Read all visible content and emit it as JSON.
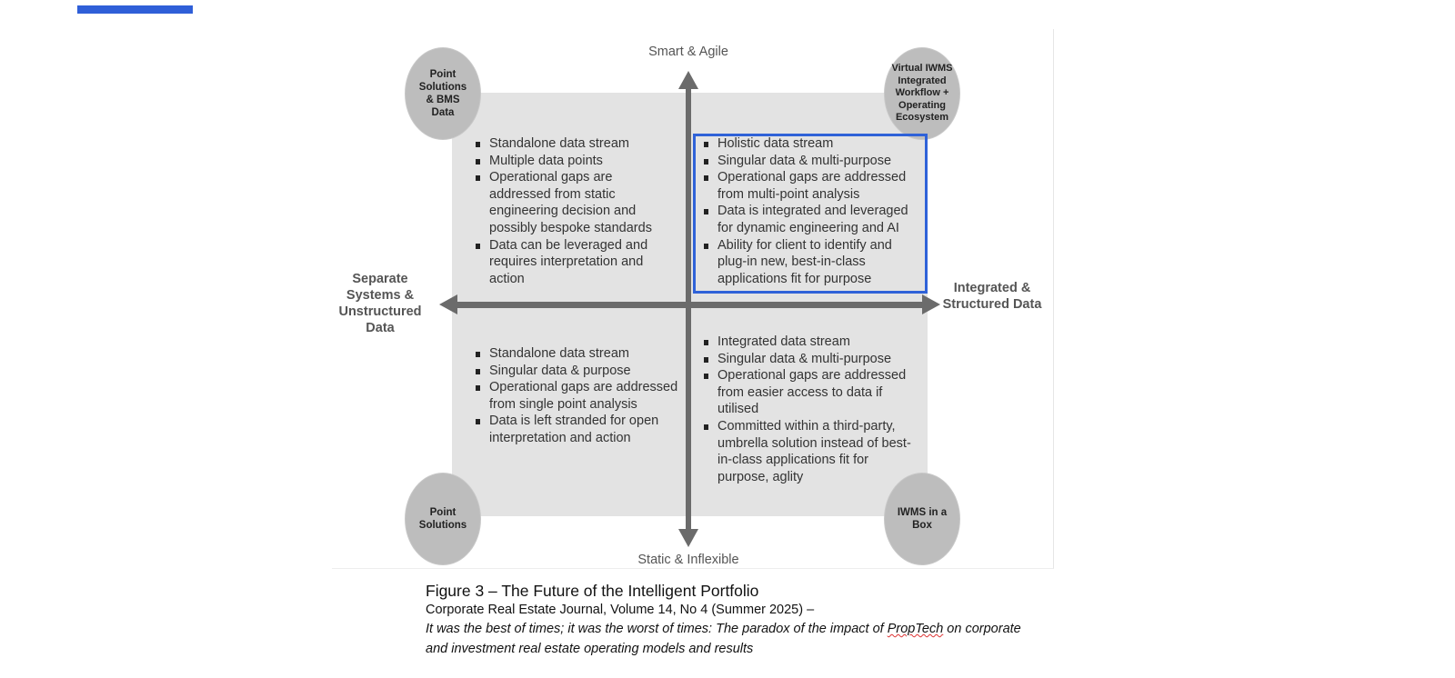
{
  "figure": {
    "axes": {
      "top": "Smart & Agile",
      "bottom": "Static & Inflexible",
      "left": "Separate Systems & Unstructured Data",
      "right": "Integrated & Structured Data"
    },
    "corners": {
      "top_left": "Point Solutions & BMS Data",
      "top_right": "Virtual IWMS Integrated Workflow + Operating Ecosystem",
      "bottom_left": "Point Solutions",
      "bottom_right": "IWMS in a Box"
    },
    "quadrants": {
      "top_left": [
        "Standalone data stream",
        "Multiple data points",
        "Operational gaps are addressed from static engineering decision and possibly bespoke standards",
        "Data can be leveraged and requires interpretation and action"
      ],
      "top_right": [
        "Holistic data stream",
        "Singular data & multi-purpose",
        "Operational gaps are addressed from multi-point analysis",
        "Data is integrated and leveraged for dynamic engineering and AI",
        "Ability for client to identify and plug-in new, best-in-class applications fit for purpose"
      ],
      "bottom_left": [
        "Standalone data stream",
        "Singular data & purpose",
        "Operational gaps are addressed from single point analysis",
        "Data is left stranded for open interpretation and action"
      ],
      "bottom_right": [
        "Integrated data stream",
        "Singular data & multi-purpose",
        "Operational gaps are addressed from easier access to data if utilised",
        "Committed within a third-party, umbrella solution instead of best-in-class applications fit for purpose, aglity"
      ]
    },
    "highlight_color": "#2f62d8"
  },
  "caption": {
    "title": "Figure 3 – The Future of the Intelligent Portfolio",
    "source": "Corporate Real Estate Journal, Volume 14, No 4 (Summer 2025) –",
    "article_pre": "It was the best of times; it was the worst of times: The paradox of the impact of ",
    "article_flagged": "PropTech",
    "article_post": " on corporate",
    "article_line2": "and investment real estate operating models and results"
  }
}
